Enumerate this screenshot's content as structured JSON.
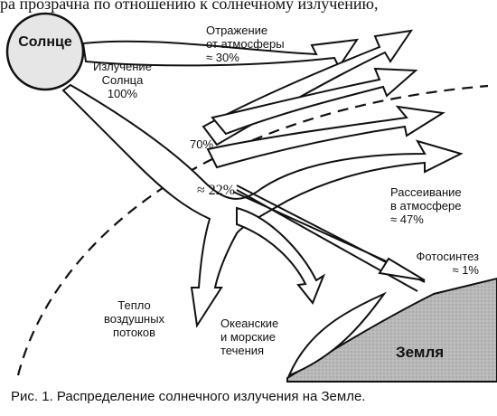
{
  "header": {
    "partial_text": "ра прозрачна по отношению к солнечному излучению,"
  },
  "sun": {
    "label": "Солнце"
  },
  "earth": {
    "label": "Земля"
  },
  "labels": {
    "radiation_line1": "Излучение",
    "radiation_line2": "Солнца",
    "radiation_value": "100%",
    "reflection_line1": "Отражение",
    "reflection_line2": "от атмосферы",
    "reflection_value": "≈ 30%",
    "absorbed_value": "70%",
    "surface_value": "≈ 22%",
    "scattering_line1": "Рассеивание",
    "scattering_line2": "в атмосфере",
    "scattering_value": "≈ 47%",
    "photosynthesis_line1": "Фотосинтез",
    "photosynthesis_value": "≈ 1%",
    "heat_line1": "Тепло",
    "heat_line2": "воздушных",
    "heat_line3": "потоков",
    "ocean_line1": "Океанские",
    "ocean_line2": "и морские",
    "ocean_line3": "течения"
  },
  "caption": "Рис. 1. Распределение солнечного излучения на Земле.",
  "colors": {
    "ink": "#111111",
    "earth_fill": "#b9b9b9",
    "sun_fill": "#e6e6e6",
    "paper": "#ffffff"
  }
}
